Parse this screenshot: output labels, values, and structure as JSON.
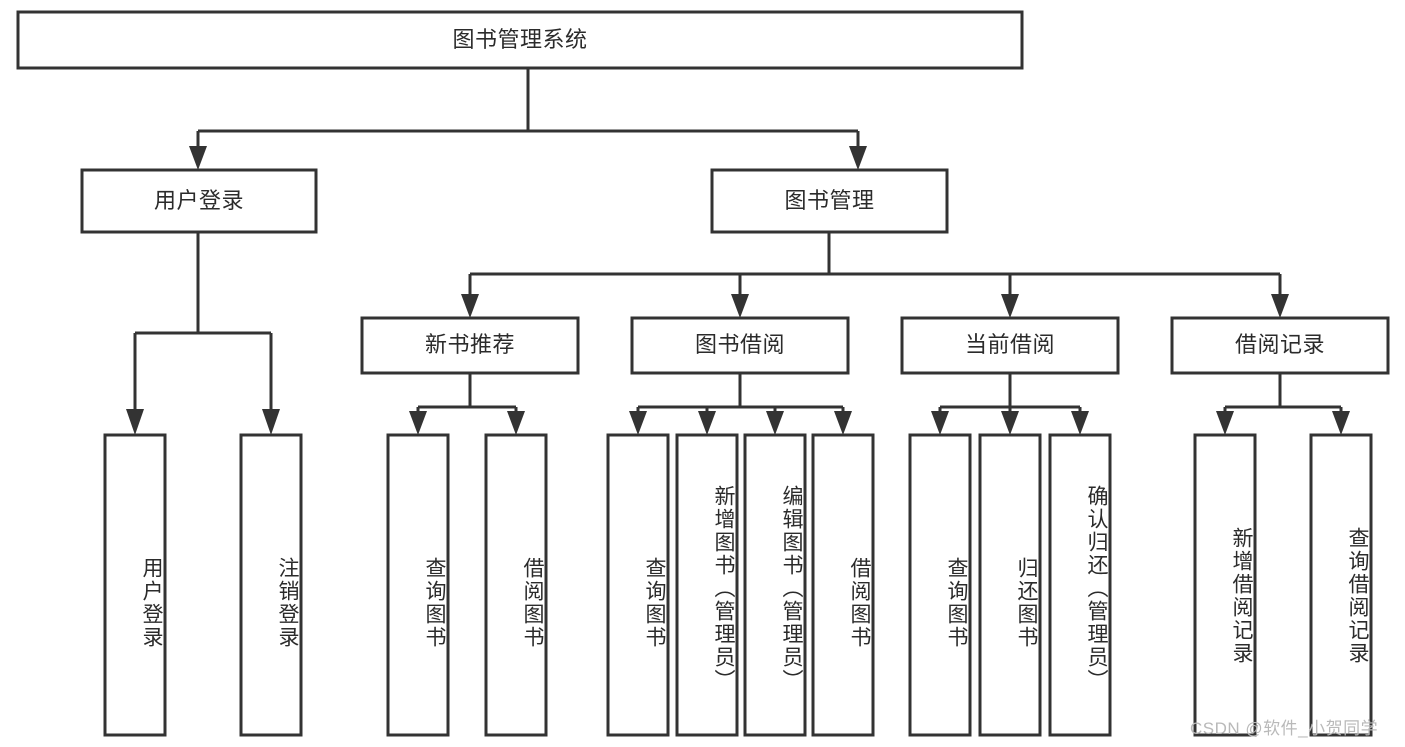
{
  "diagram": {
    "type": "tree",
    "title": "图书管理系统",
    "root": {
      "id": "root",
      "label": "图书管理系统",
      "orientation": "horizontal"
    },
    "level2": [
      {
        "id": "user-login",
        "label": "用户登录",
        "orientation": "horizontal"
      },
      {
        "id": "book-manage",
        "label": "图书管理",
        "orientation": "horizontal"
      }
    ],
    "level3": [
      {
        "id": "new-book-recommend",
        "label": "新书推荐",
        "orientation": "horizontal",
        "parent": "book-manage"
      },
      {
        "id": "book-borrow",
        "label": "图书借阅",
        "orientation": "horizontal",
        "parent": "book-manage"
      },
      {
        "id": "current-borrow",
        "label": "当前借阅",
        "orientation": "horizontal",
        "parent": "book-manage"
      },
      {
        "id": "borrow-record",
        "label": "借阅记录",
        "orientation": "horizontal",
        "parent": "book-manage"
      }
    ],
    "leaves": [
      {
        "id": "leaf-user-login",
        "label": "用户登录",
        "orientation": "vertical",
        "parent": "user-login"
      },
      {
        "id": "leaf-user-logout",
        "label": "注销登录",
        "orientation": "vertical",
        "parent": "user-login"
      },
      {
        "id": "leaf-query-book-1",
        "label": "查询图书",
        "orientation": "vertical",
        "parent": "new-book-recommend"
      },
      {
        "id": "leaf-borrow-book-1",
        "label": "借阅图书",
        "orientation": "vertical",
        "parent": "new-book-recommend"
      },
      {
        "id": "leaf-query-book-2",
        "label": "查询图书",
        "orientation": "vertical",
        "parent": "book-borrow"
      },
      {
        "id": "leaf-add-book",
        "label": "新增图书（管理员）",
        "orientation": "vertical",
        "parent": "book-borrow"
      },
      {
        "id": "leaf-edit-book",
        "label": "编辑图书（管理员）",
        "orientation": "vertical",
        "parent": "book-borrow"
      },
      {
        "id": "leaf-borrow-book-2",
        "label": "借阅图书",
        "orientation": "vertical",
        "parent": "book-borrow"
      },
      {
        "id": "leaf-query-book-3",
        "label": "查询图书",
        "orientation": "vertical",
        "parent": "current-borrow"
      },
      {
        "id": "leaf-return-book",
        "label": "归还图书",
        "orientation": "vertical",
        "parent": "current-borrow"
      },
      {
        "id": "leaf-confirm-return",
        "label": "确认归还（管理员）",
        "orientation": "vertical",
        "parent": "current-borrow"
      },
      {
        "id": "leaf-add-record",
        "label": "新增借阅记录",
        "orientation": "vertical",
        "parent": "borrow-record"
      },
      {
        "id": "leaf-query-record",
        "label": "查询借阅记录",
        "orientation": "vertical",
        "parent": "borrow-record"
      }
    ],
    "colors": {
      "stroke": "#333333",
      "fill": "#ffffff",
      "text": "#2b2b2b",
      "watermark": "#b9b9b9"
    }
  },
  "watermark": {
    "text": "CSDN @软件_小贺同学"
  }
}
